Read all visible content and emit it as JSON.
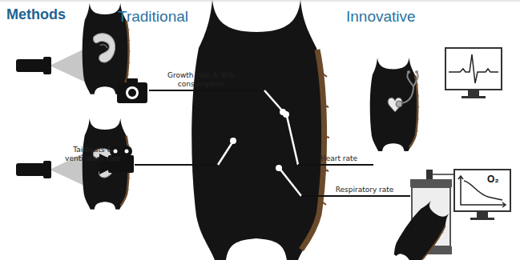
{
  "diagram": {
    "title": "Methods",
    "labels": [
      "Traditional",
      "Innovative",
      "Growth rate & Yolk consumption",
      "Tailbeats & ventilatory rate",
      "Heart rate",
      "Respiratory rate",
      "O₂"
    ]
  }
}
